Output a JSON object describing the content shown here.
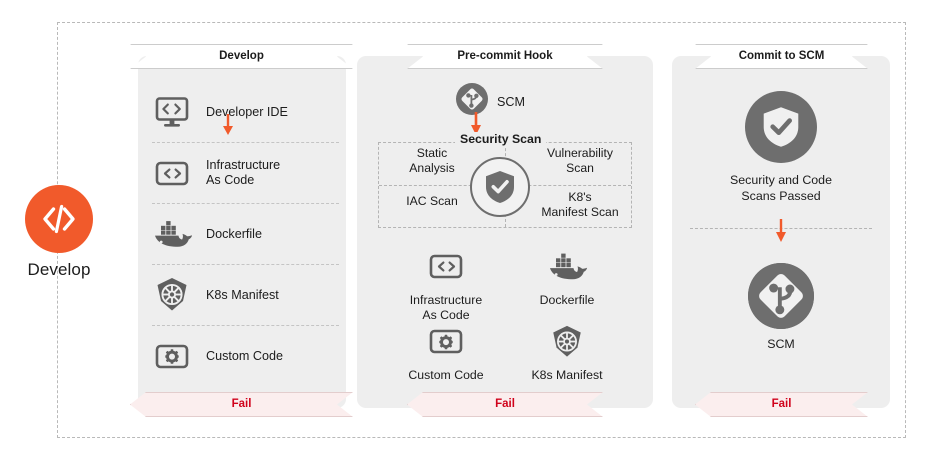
{
  "stage_logo": {
    "icon": "code-brackets-icon",
    "caption": "Develop",
    "color": "#f15a2b"
  },
  "panels": [
    {
      "id": "develop",
      "header": "Develop",
      "footer": "Fail",
      "items": [
        {
          "icon": "monitor-code-icon",
          "label": "Developer IDE"
        },
        {
          "icon": "code-window-icon",
          "label": "Infrastructure\nAs Code"
        },
        {
          "icon": "docker-whale-icon",
          "label": "Dockerfile"
        },
        {
          "icon": "kubernetes-helm-icon",
          "label": "K8s Manifest"
        },
        {
          "icon": "gear-window-icon",
          "label": "Custom Code"
        }
      ]
    },
    {
      "id": "precommit",
      "header": "Pre-commit Hook",
      "footer": "Fail",
      "scm": {
        "icon": "git-scm-icon",
        "label": "SCM"
      },
      "security_scan": {
        "title": "Security Scan",
        "center_icon": "shield-check-icon",
        "quadrants": {
          "top_left": "Static\nAnalysis",
          "top_right": "Vulnerability\nScan",
          "bottom_left": "IAC Scan",
          "bottom_right": "K8's\nManifest  Scan"
        }
      },
      "artifacts": [
        {
          "icon": "code-window-icon",
          "label": "Infrastructure\nAs Code"
        },
        {
          "icon": "docker-whale-icon",
          "label": "Dockerfile"
        },
        {
          "icon": "gear-window-icon",
          "label": "Custom Code"
        },
        {
          "icon": "kubernetes-helm-icon",
          "label": "K8s Manifest"
        }
      ]
    },
    {
      "id": "commit",
      "header": "Commit to SCM",
      "footer": "Fail",
      "passed": {
        "icon": "shield-check-icon",
        "label": "Security and Code\nScans Passed"
      },
      "scm": {
        "icon": "git-scm-icon",
        "label": "SCM"
      }
    }
  ],
  "colors": {
    "accent_orange": "#f15a2b",
    "panel_bg": "#eeeeee",
    "icon_gray": "#6e6e6e",
    "fail_text": "#d0021b",
    "fail_bg": "#fbeeee"
  }
}
